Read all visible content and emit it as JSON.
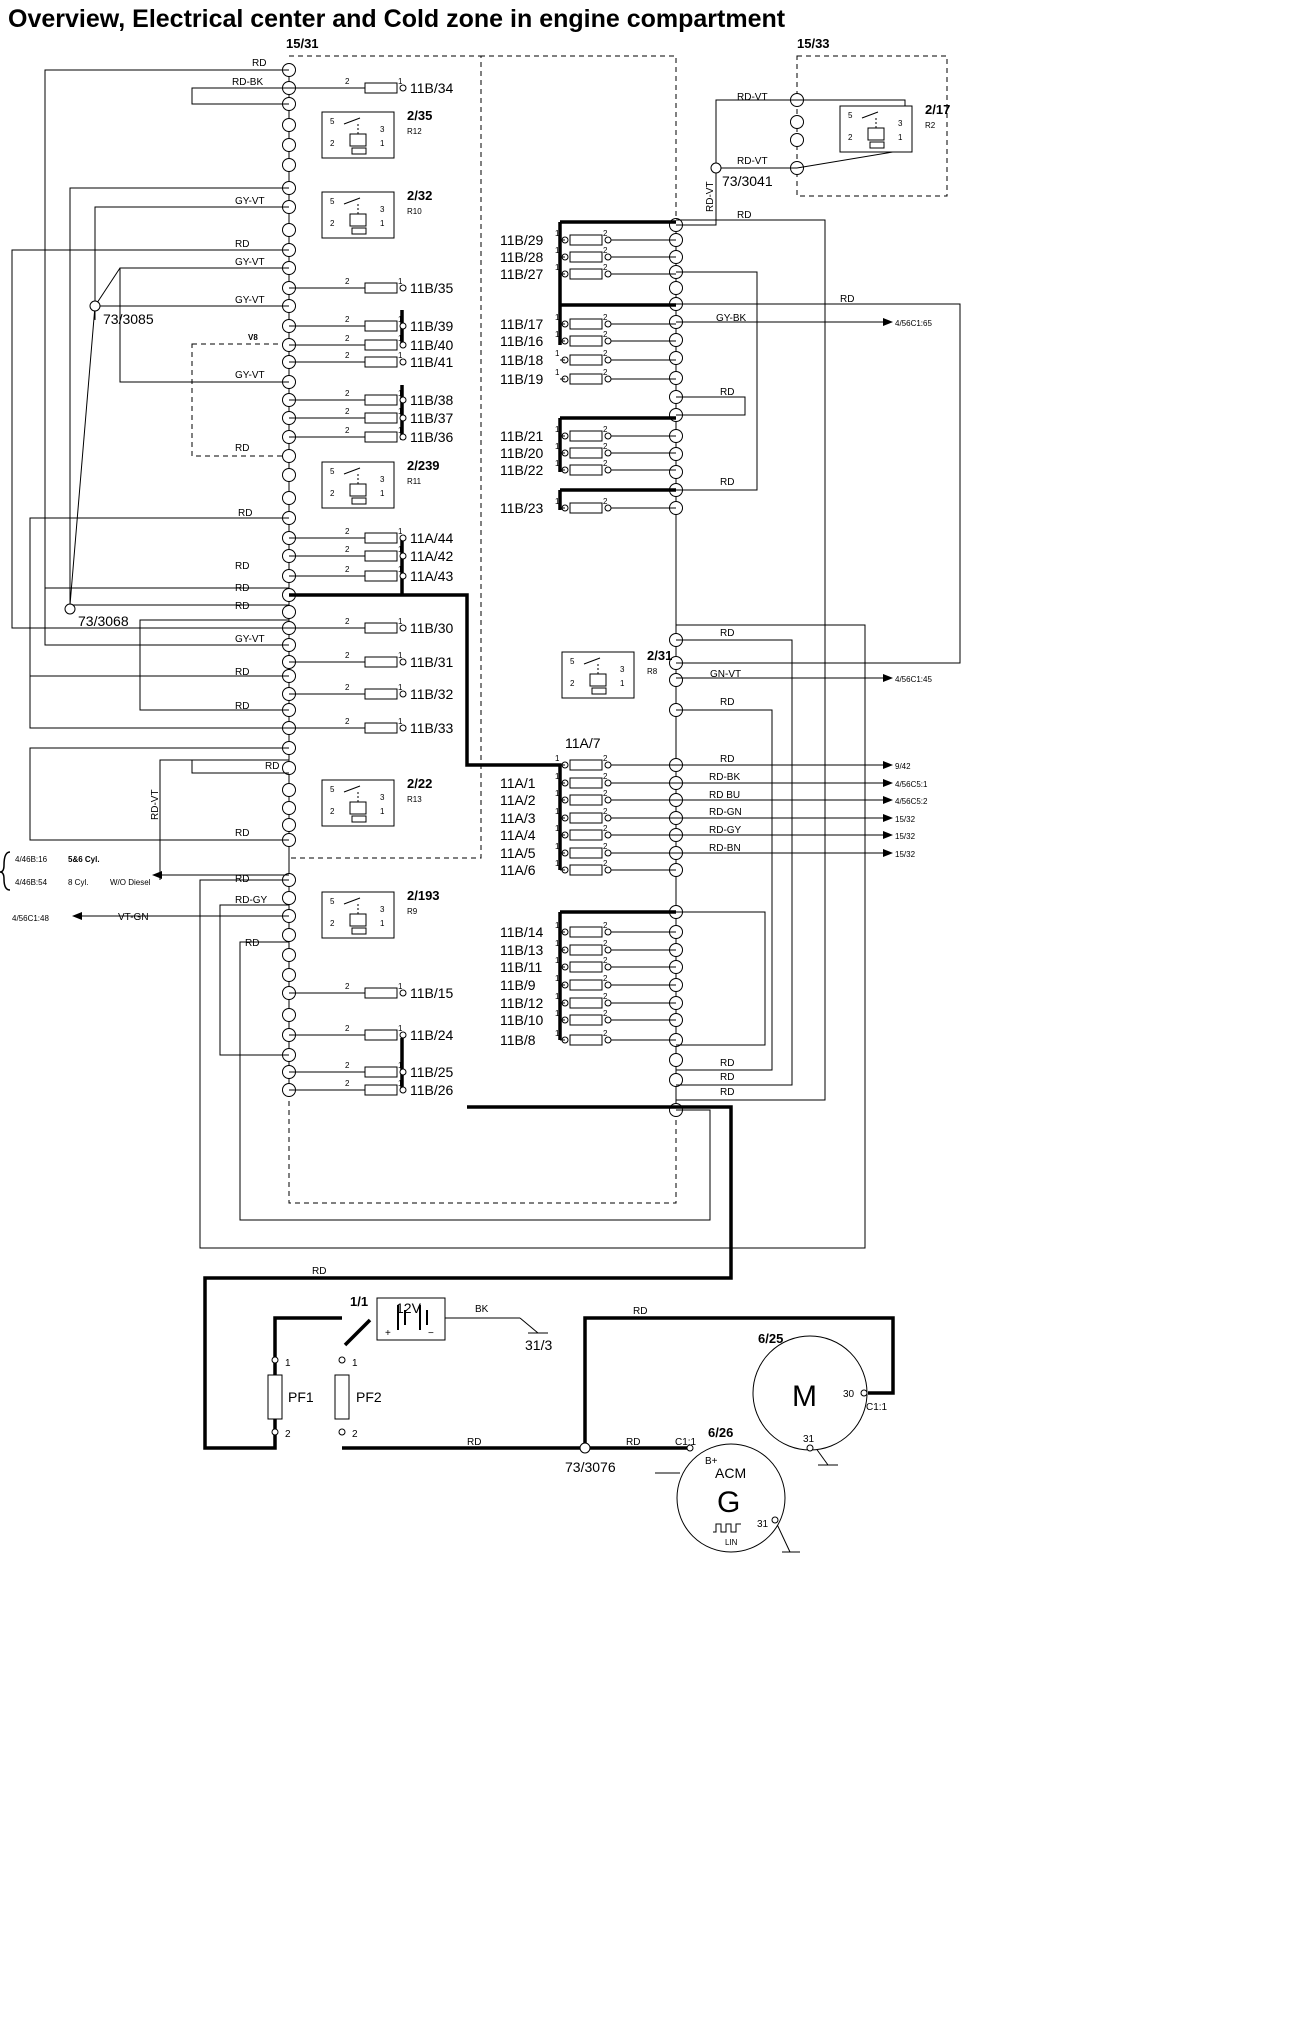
{
  "title": "Overview, Electrical center and Cold zone in engine compartment",
  "centers": {
    "left": "15/31",
    "right": "15/33"
  },
  "fuses_left": [
    "11B/34",
    "11B/35",
    "11B/39",
    "11B/40",
    "11B/41",
    "11B/38",
    "11B/37",
    "11B/36",
    "11A/44",
    "11A/42",
    "11A/43",
    "11B/30",
    "11B/31",
    "11B/32",
    "11B/33",
    "11B/15",
    "11B/24",
    "11B/25",
    "11B/26"
  ],
  "fuses_right_top": [
    "11B/29",
    "11B/28",
    "11B/27",
    "11B/17",
    "11B/16",
    "11B/18",
    "11B/19",
    "11B/21",
    "11B/20",
    "11B/22",
    "11B/23"
  ],
  "fuses_11a": [
    "11A/1",
    "11A/2",
    "11A/3",
    "11A/4",
    "11A/5",
    "11A/6"
  ],
  "fuse_11a7": "11A/7",
  "fuses_right_bottom": [
    "11B/14",
    "11B/13",
    "11B/11",
    "11B/9",
    "11B/12",
    "11B/10",
    "11B/8"
  ],
  "relays": [
    {
      "id": "2/35",
      "r": "R12"
    },
    {
      "id": "2/32",
      "r": "R10"
    },
    {
      "id": "2/239",
      "r": "R11"
    },
    {
      "id": "2/22",
      "r": "R13"
    },
    {
      "id": "2/193",
      "r": "R9"
    },
    {
      "id": "2/17",
      "r": "R2"
    },
    {
      "id": "2/31",
      "r": "R8"
    }
  ],
  "splices": [
    "73/3085",
    "73/3068",
    "73/3041",
    "73/3076"
  ],
  "wire_labels": {
    "rd": "RD",
    "rd_bk": "RD-BK",
    "gy_vt": "GY-VT",
    "rd_vt": "RD-VT",
    "gy_bk": "GY-BK",
    "gn_vt": "GN-VT",
    "rd_bu": "RD  BU",
    "rd_gn": "RD-GN",
    "rd_gy": "RD-GY",
    "rd_bn": "RD-BN",
    "vt_gn": "VT-GN",
    "bk": "BK",
    "v8": "V8",
    "wo_diesel": "W/O Diesel"
  },
  "connectors": {
    "c1": "4/56C1:65",
    "c2": "4/56C1:45",
    "c3": "9/42",
    "c4": "4/56C5:1",
    "c5": "4/56C5:2",
    "c6": "15/32",
    "c7": "4/56C1:48",
    "c8": "4/46B:16",
    "c8b": "5&6 Cyl.",
    "c9": "4/46B:54",
    "c9b": "8 Cyl."
  },
  "battery": {
    "id": "1/1",
    "voltage": "12V",
    "plus": "+",
    "minus": "−",
    "ground": "31/3"
  },
  "fusible_links": [
    "PF1",
    "PF2"
  ],
  "motor": {
    "id": "6/25",
    "symbol": "M",
    "pin_30": "30",
    "conn": "C1:1",
    "pin_31": "31"
  },
  "alternator": {
    "id": "6/26",
    "name": "ACM",
    "symbol": "G",
    "pin_b": "B+",
    "conn": "C1:1",
    "pin_31": "31",
    "lin": "LIN"
  },
  "pin_numbers": {
    "p1": "1",
    "p2": "2",
    "p3": "3",
    "p5": "5"
  }
}
